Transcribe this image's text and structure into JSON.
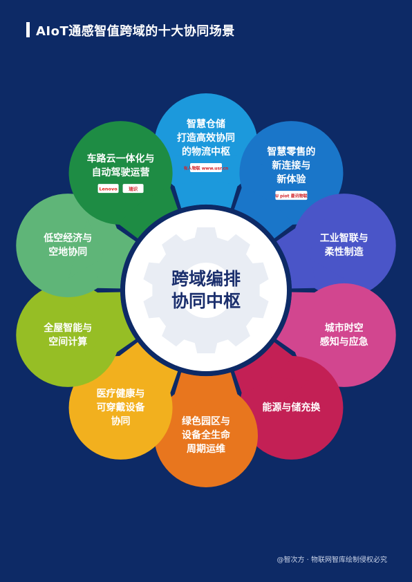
{
  "title": "AIoT通感智值跨域的十大协同场景",
  "center": {
    "lines": [
      "跨域编排",
      "协同中枢"
    ]
  },
  "scenes": [
    {
      "lines": [
        "智慧仓储",
        "打造高效协同",
        "的物流中枢"
      ],
      "color": "#1c99dc",
      "logos": [
        {
          "text": "有人物联",
          "sub": "www.usr.cn"
        }
      ]
    },
    {
      "lines": [
        "智慧零售的",
        "新连接与",
        "新体验"
      ],
      "color": "#1a76c9",
      "logos": [
        {
          "text": "U",
          "sub": "piot 曼讯物联"
        }
      ]
    },
    {
      "lines": [
        "工业智联与",
        "柔性制造"
      ],
      "color": "#4a55c8",
      "logos": []
    },
    {
      "lines": [
        "城市时空",
        "感知与应急"
      ],
      "color": "#d2468f",
      "logos": []
    },
    {
      "lines": [
        "能源与储充换"
      ],
      "color": "#c32055",
      "logos": []
    },
    {
      "lines": [
        "绿色园区与",
        "设备全生命",
        "周期运维"
      ],
      "color": "#e8761e",
      "logos": []
    },
    {
      "lines": [
        "医疗健康与",
        "可穿戴设备",
        "协同"
      ],
      "color": "#f2b01e",
      "logos": []
    },
    {
      "lines": [
        "全屋智能与",
        "空间计算"
      ],
      "color": "#96be25",
      "logos": []
    },
    {
      "lines": [
        "低空经济与",
        "空地协同"
      ],
      "color": "#5fb578",
      "logos": []
    },
    {
      "lines": [
        "车路云一体化与",
        "自动驾驶运营"
      ],
      "color": "#1e8c44",
      "logos": [
        {
          "text": "Lenovo",
          "sub": ""
        },
        {
          "text": "瑞识",
          "sub": ""
        }
      ]
    }
  ],
  "footer": "@智次方 · 物联网智库绘制侵权必究"
}
